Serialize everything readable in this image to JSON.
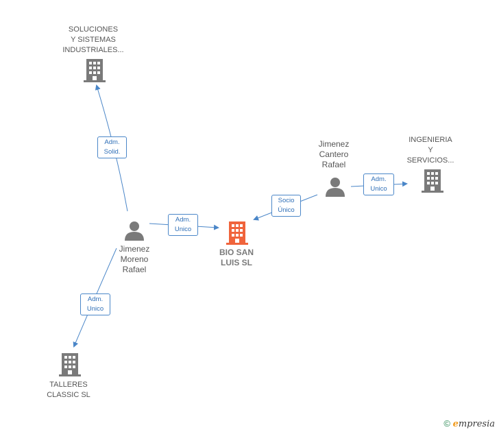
{
  "nodes": {
    "soluciones": {
      "label": "SOLUCIONES\nY SISTEMAS\nINDUSTRIALES..."
    },
    "ingenieria": {
      "label": "INGENIERIA\nY\nSERVICIOS..."
    },
    "talleres": {
      "label": "TALLERES\nCLASSIC SL"
    },
    "bio_san_luis": {
      "label": "BIO SAN\nLUIS  SL"
    },
    "jimenez_moreno": {
      "label": "Jimenez\nMoreno\nRafael"
    },
    "jimenez_cantero": {
      "label": "Jimenez\nCantero\nRafael"
    }
  },
  "edges": {
    "moreno_soluciones": {
      "label": "Adm.\nSolid."
    },
    "moreno_bio": {
      "label": "Adm.\nUnico"
    },
    "moreno_talleres": {
      "label": "Adm.\nUnico"
    },
    "cantero_bio": {
      "label": "Socio\nÚnico"
    },
    "cantero_ingenieria": {
      "label": "Adm.\nUnico"
    }
  },
  "colors": {
    "edge": "#4a86c8",
    "building": "#7a7a7a",
    "focus_building": "#f0643c",
    "person": "#7a7a7a"
  },
  "footer": {
    "copyright": "©",
    "brand_initial": "e",
    "brand_rest": "mpresia"
  }
}
